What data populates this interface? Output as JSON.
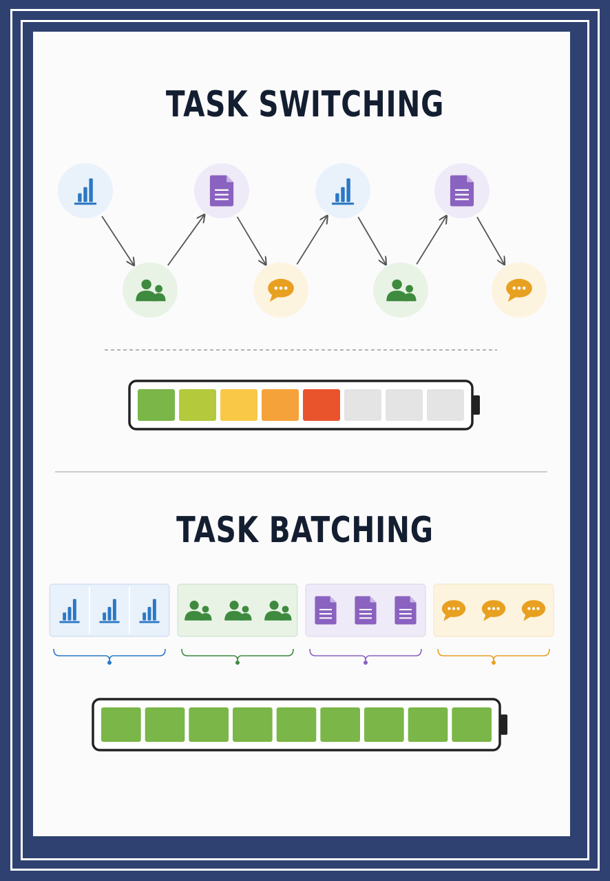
{
  "switching": {
    "title": "TASK SWITCHING",
    "sequence": [
      "chart-icon",
      "people-icon",
      "document-icon",
      "chat-icon",
      "chart-icon",
      "people-icon",
      "document-icon",
      "chat-icon"
    ],
    "energy": {
      "total_cells": 8,
      "filled_cells": 5,
      "cell_colors": [
        "#7ab648",
        "#b4c93c",
        "#f9c846",
        "#f6a23a",
        "#e9542c"
      ]
    }
  },
  "batching": {
    "title": "TASK BATCHING",
    "groups": [
      {
        "icon": "chart-icon",
        "count": 3,
        "color": "#2b78c4",
        "tint": "#e9f1fa"
      },
      {
        "icon": "people-icon",
        "count": 3,
        "color": "#3e8a3e",
        "tint": "#e8f3e6"
      },
      {
        "icon": "document-icon",
        "count": 3,
        "color": "#8a62bf",
        "tint": "#efeaf7"
      },
      {
        "icon": "chat-icon",
        "count": 3,
        "color": "#e8a020",
        "tint": "#fdf4e0"
      }
    ],
    "energy": {
      "total_cells": 9,
      "filled_cells": 9,
      "cell_color": "#7ab648"
    }
  },
  "colors": {
    "border": "#2f4170",
    "ink": "#141e31",
    "chart": "#2b78c4",
    "people": "#3e8a3e",
    "document": "#8a62bf",
    "chat": "#e8a020",
    "empty_cell": "#e4e4e4"
  }
}
